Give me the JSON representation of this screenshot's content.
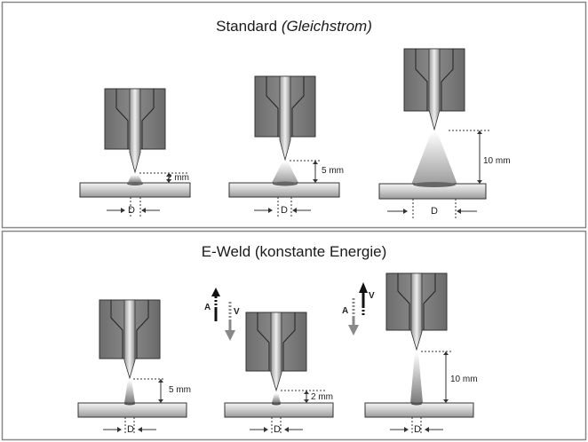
{
  "panels": [
    {
      "title": "Standard",
      "title_suffix": "(Gleichstrom)",
      "figures": [
        {
          "gap": "2 mm",
          "diameter": "D"
        },
        {
          "gap": "5 mm",
          "diameter": "D"
        },
        {
          "gap": "10 mm",
          "diameter": "D"
        }
      ]
    },
    {
      "title": "E-Weld (konstante Energie)",
      "figures": [
        {
          "gap": "5 mm",
          "diameter": "D"
        },
        {
          "gap": "2 mm",
          "diameter": "D",
          "arrow_labels": [
            "A",
            "V"
          ]
        },
        {
          "gap": "10 mm",
          "diameter": "D",
          "arrow_labels": [
            "A",
            "V"
          ]
        }
      ]
    }
  ]
}
